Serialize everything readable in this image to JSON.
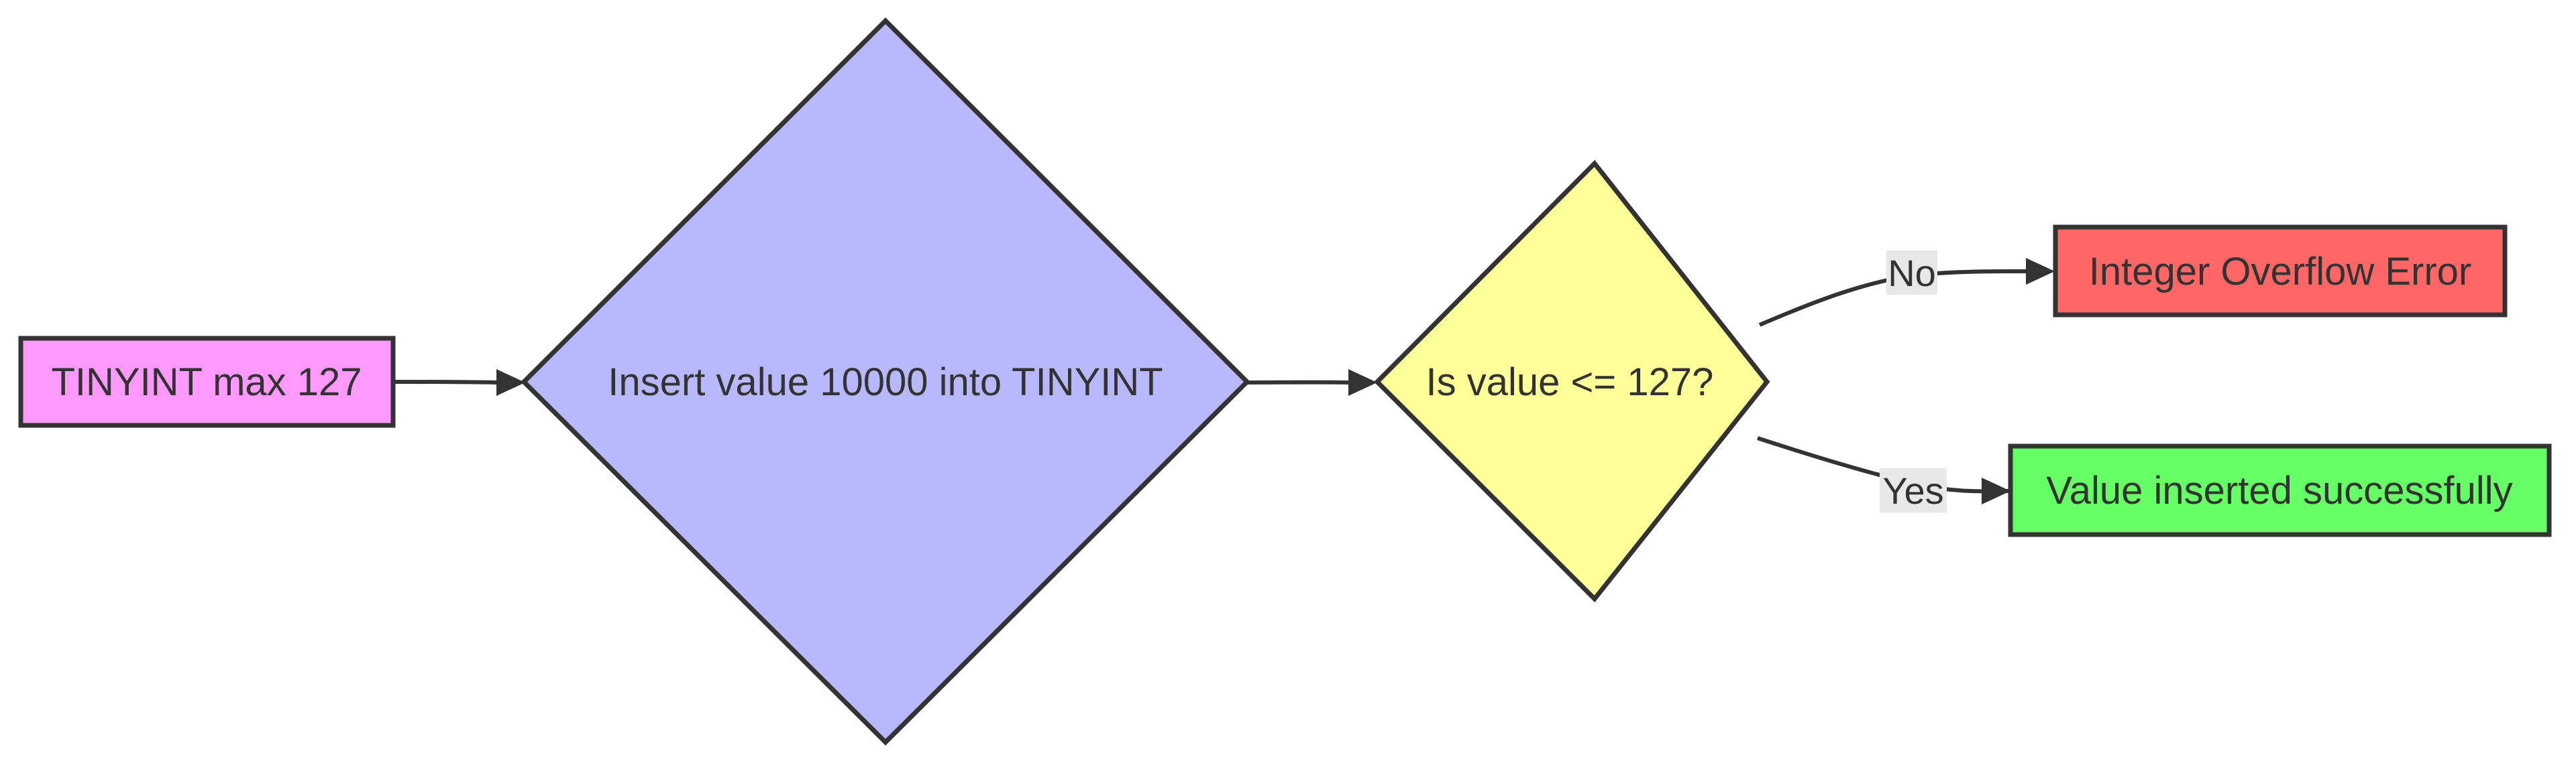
{
  "diagram": {
    "type": "flowchart",
    "nodes": {
      "start": {
        "label": "TINYINT max 127",
        "shape": "rectangle",
        "fill": "#ff99ff"
      },
      "insert": {
        "label": "Insert value 10000 into TINYINT",
        "shape": "diamond",
        "fill": "#b8b8ff"
      },
      "check": {
        "label": "Is value <= 127?",
        "shape": "diamond",
        "fill": "#ffff99"
      },
      "error": {
        "label": "Integer Overflow Error",
        "shape": "rectangle",
        "fill": "#ff6666"
      },
      "success": {
        "label": "Value inserted successfully",
        "shape": "rectangle",
        "fill": "#66ff66"
      }
    },
    "edges": {
      "start_to_insert": {
        "from": "TINYINT max 127",
        "to": "Insert value 10000 into TINYINT",
        "label": ""
      },
      "insert_to_check": {
        "from": "Insert value 10000 into TINYINT",
        "to": "Is value <= 127?",
        "label": ""
      },
      "check_to_error": {
        "from": "Is value <= 127?",
        "to": "Integer Overflow Error",
        "label": "No"
      },
      "check_to_success": {
        "from": "Is value <= 127?",
        "to": "Value inserted successfully",
        "label": "Yes"
      }
    },
    "colors": {
      "stroke": "#333333",
      "text": "#333333",
      "edge_label_background": "#e8e8e8"
    }
  }
}
